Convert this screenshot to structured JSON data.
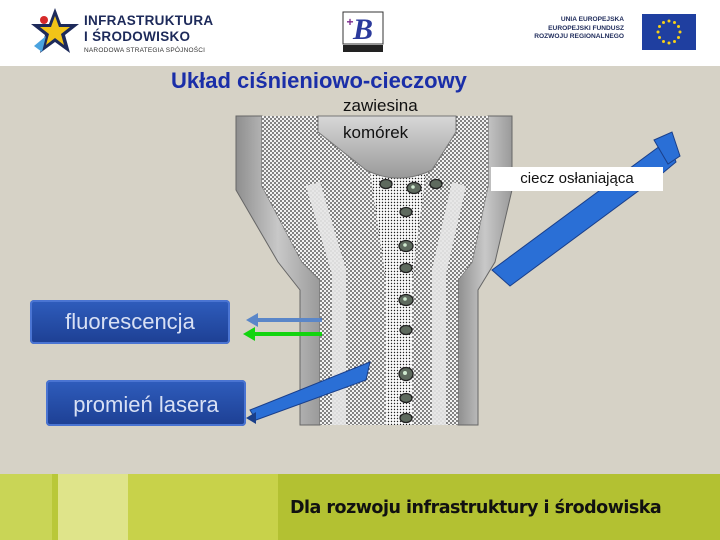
{
  "header": {
    "logo_left": {
      "line1": "INFRASTRUKTURA",
      "line2": "I ŚRODOWISKO",
      "line3": "NARODOWA STRATEGIA SPÓJNOŚCI"
    },
    "logo_right": {
      "line1": "UNIA EUROPEJSKA",
      "line2": "EUROPEJSKI FUNDUSZ",
      "line3": "ROZWOJU REGIONALNEGO"
    }
  },
  "diagram": {
    "title": "Układ ciśnieniowo-cieczowy",
    "sample_label_line1": "zawiesina",
    "sample_label_line2": "komórek",
    "sheath_label": "ciecz osłaniająca",
    "fluorescence_label": "fluorescencja",
    "laser_label": "promień lasera"
  },
  "footer": {
    "text": "Dla rozwoju infrastruktury i środowiska"
  },
  "colors": {
    "title": "#1a2ea8",
    "pill_blue": "#2351b0",
    "arrow_green": "#13d40f",
    "arrow_blue": "#5a86c8",
    "footer_green": "#b9c839",
    "background": "#d6d2c6"
  }
}
